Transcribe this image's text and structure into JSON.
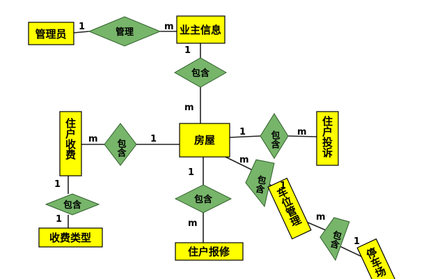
{
  "entities": {
    "admin": "管理员",
    "owner_info": "业主信息",
    "house": "房屋",
    "resident_fee": "住户收费",
    "fee_type": "收费类型",
    "resident_repair": "住户报修",
    "resident_complaint": "住户投诉",
    "parking_management": "车位管理",
    "parking_lot": "停车场"
  },
  "relationships": {
    "manage": "管理",
    "contain_owner": "包含",
    "contain_fee": "包含",
    "contain_complaint": "包含",
    "contain_repair": "包含",
    "contain_parking": "包含",
    "contain_feetype": "包含",
    "contain_lot": "包含"
  },
  "cardinalities": {
    "admin_manage": "1",
    "manage_owner": "m",
    "owner_contain": "1",
    "contain_house_top": "m",
    "fee_contain": "m",
    "contain_house_left": "1",
    "house_contain_right": "1",
    "contain_complaint": "m",
    "house_contain_parking": "m",
    "contain_parking": "1",
    "house_contain_repair": "1",
    "contain_repair": "m",
    "fee_contain_down": "1",
    "contain_feetype": "1",
    "parking_contain_lot": "m",
    "contain_lot": "1"
  }
}
